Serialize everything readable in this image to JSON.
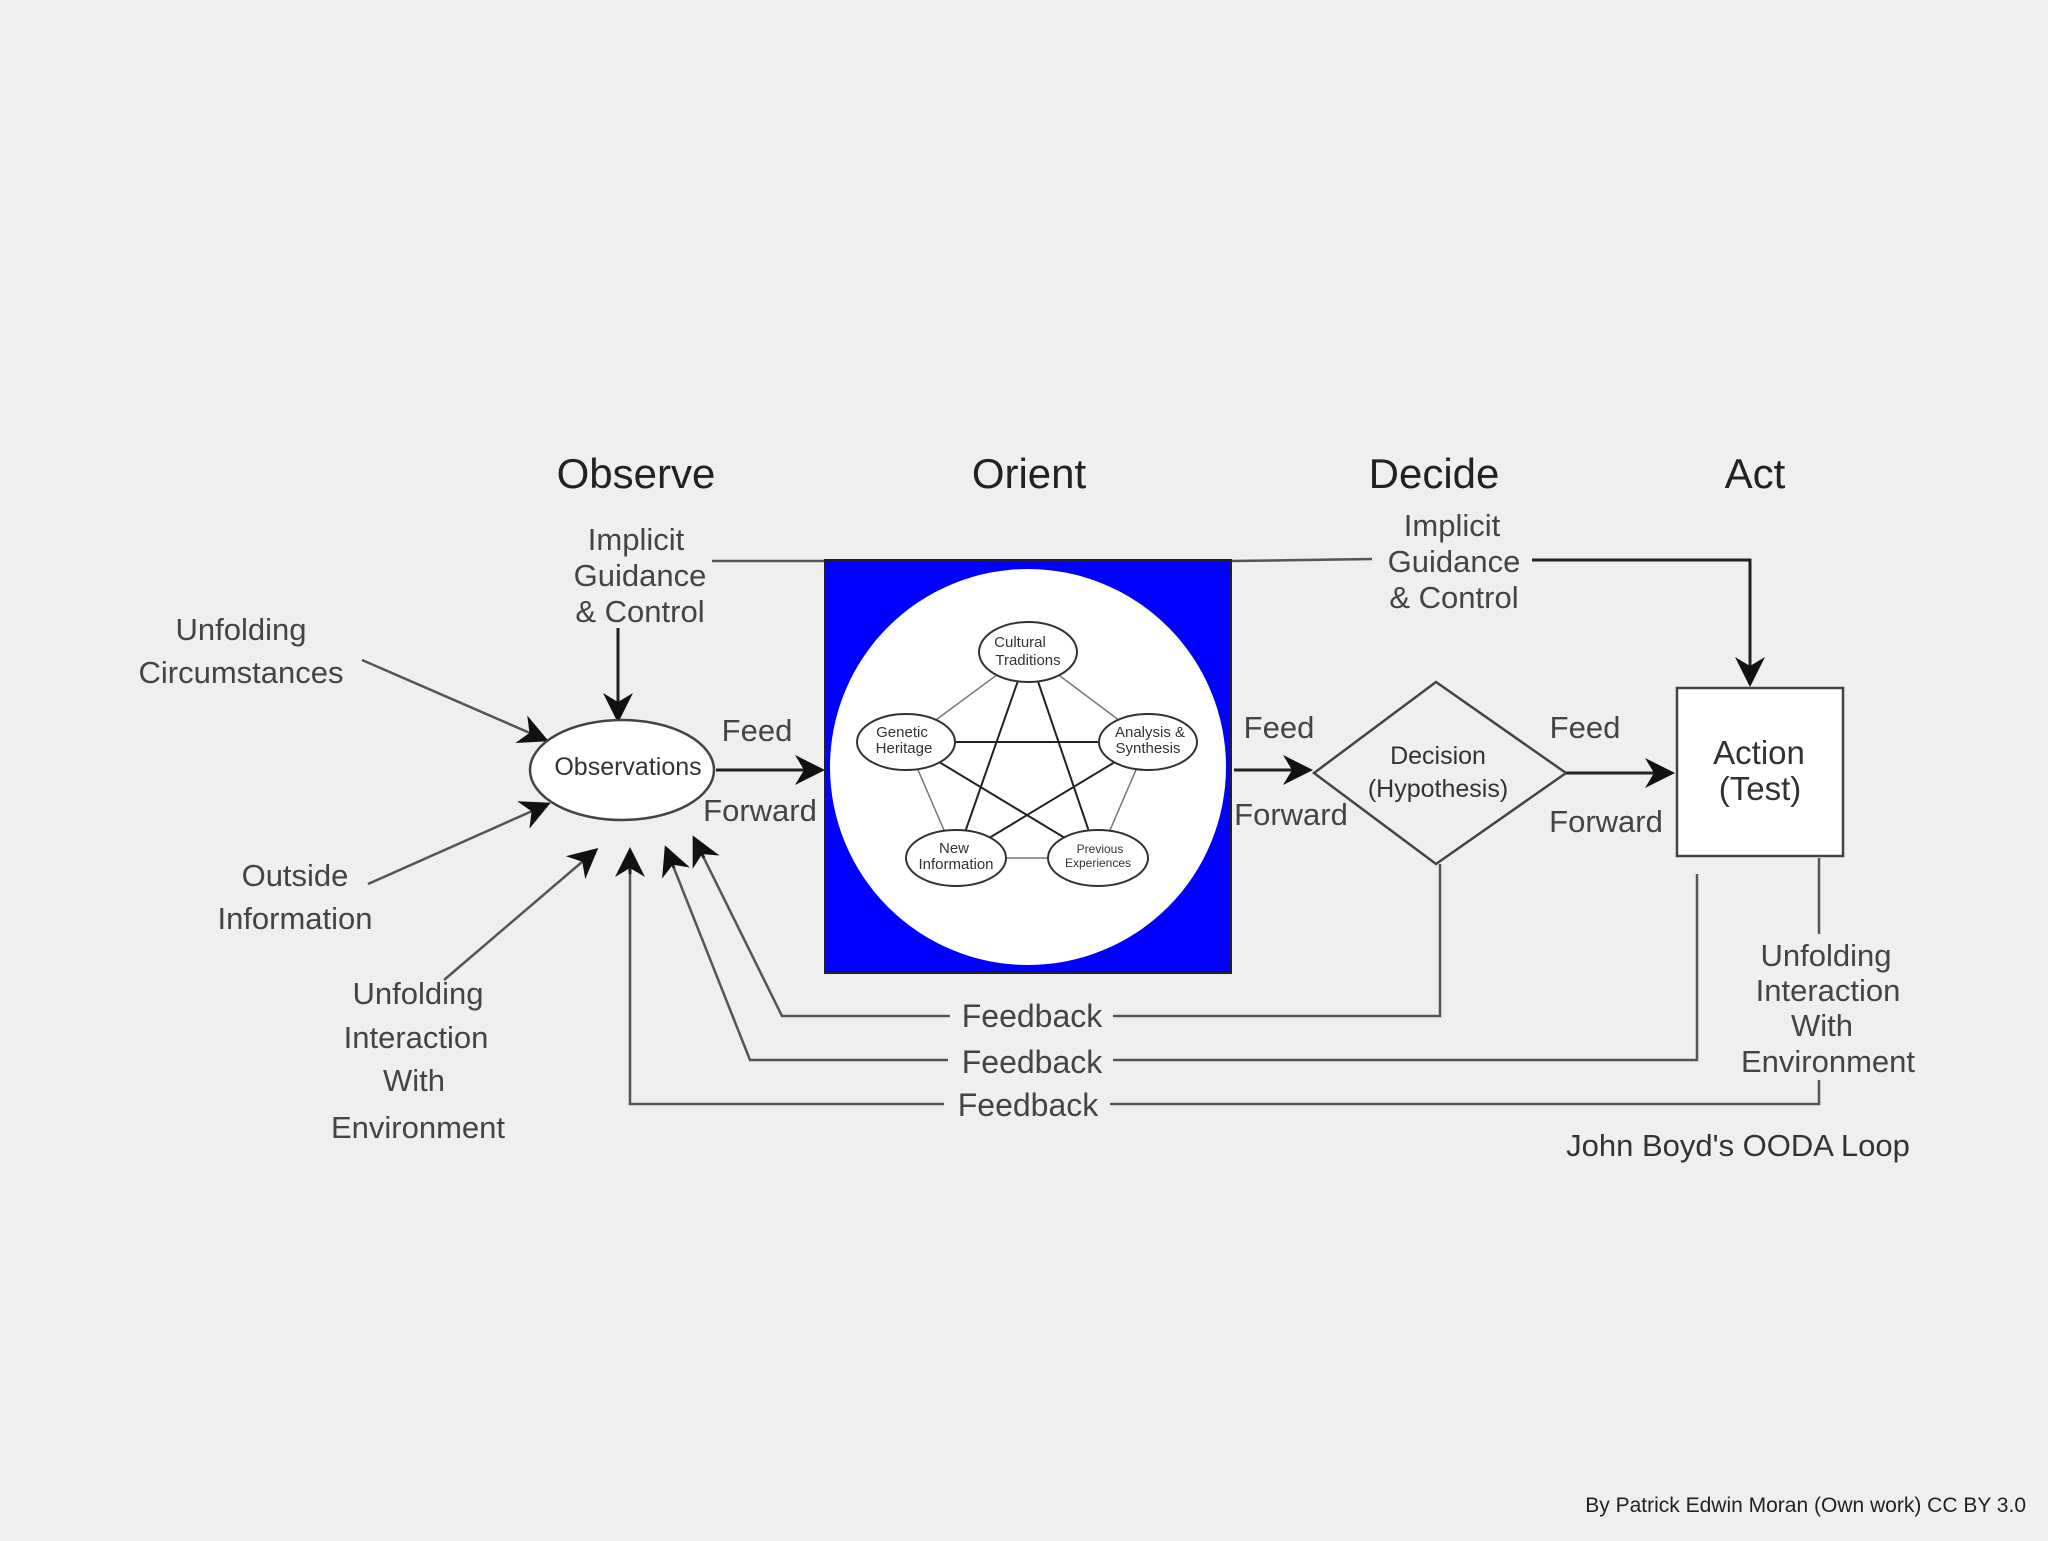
{
  "phases": {
    "observe": "Observe",
    "orient": "Orient",
    "decide": "Decide",
    "act": "Act"
  },
  "implicit_guidance_left": [
    "Implicit",
    "Guidance",
    "& Control"
  ],
  "implicit_guidance_right": [
    "Implicit",
    "Guidance",
    "& Control"
  ],
  "inputs": {
    "unfolding_circumstances": [
      "Unfolding",
      "Circumstances"
    ],
    "outside_information": [
      "Outside",
      "Information"
    ],
    "unfolding_interaction_left": [
      "Unfolding",
      "Interaction",
      "With",
      "Environment"
    ]
  },
  "observations": "Observations",
  "feed_forward": {
    "feed": "Feed",
    "forward": "Forward"
  },
  "orient_nodes": {
    "cultural": [
      "Cultural",
      "Traditions"
    ],
    "genetic": [
      "Genetic",
      "Heritage"
    ],
    "analysis": [
      "Analysis &",
      "Synthesis"
    ],
    "new_info": [
      "New",
      "Information"
    ],
    "previous": [
      "Previous",
      "Experiences"
    ]
  },
  "decision": [
    "Decision",
    "(Hypothesis)"
  ],
  "action": [
    "Action",
    "(Test)"
  ],
  "unfolding_interaction_right": [
    "Unfolding",
    "Interaction",
    "With",
    "Environment"
  ],
  "feedback": [
    "Feedback",
    "Feedback",
    "Feedback"
  ],
  "caption": "John Boyd's OODA Loop",
  "credit": "By Patrick Edwin Moran (Own work) CC BY 3.0",
  "colors": {
    "orient_box": "#0000ff",
    "background": "#efefef"
  }
}
